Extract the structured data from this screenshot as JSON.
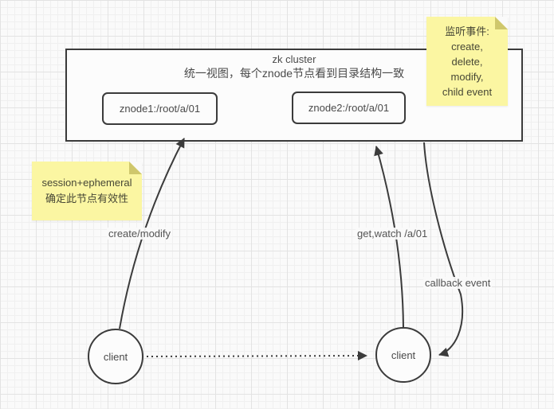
{
  "diagram": {
    "cluster": {
      "title": "zk cluster",
      "subtitle": "统一视图，每个znode节点看到目录结构一致",
      "nodes": [
        {
          "label": "znode1:/root/a/01"
        },
        {
          "label": "znode2:/root/a/01"
        }
      ]
    },
    "notes": {
      "watch_events": {
        "lines": [
          "监听事件:",
          "create,",
          "delete,",
          "modify,",
          "child event"
        ]
      },
      "session": {
        "lines": [
          "session+ephemeral",
          "确定此节点有效性"
        ]
      }
    },
    "clients": [
      {
        "label": "client"
      },
      {
        "label": "client"
      }
    ],
    "edges": {
      "create_modify": {
        "label": "create/modify",
        "style": "solid-curved-arrow"
      },
      "get_watch": {
        "label": "get,watch /a/01",
        "style": "solid-curved-arrow"
      },
      "callback": {
        "label": "callback event",
        "style": "solid-curved-arrow"
      },
      "client_to_client": {
        "label": "",
        "style": "dotted-arrow"
      }
    },
    "colors": {
      "line": "#3b3b3b",
      "text": "#4a4a4a",
      "note_bg": "#fbf6a2",
      "note_fold": "#cfc76c",
      "shape_bg": "#fcfcfc",
      "grid_minor": "#f0f0f0",
      "grid_major": "#e3e3e3"
    }
  }
}
